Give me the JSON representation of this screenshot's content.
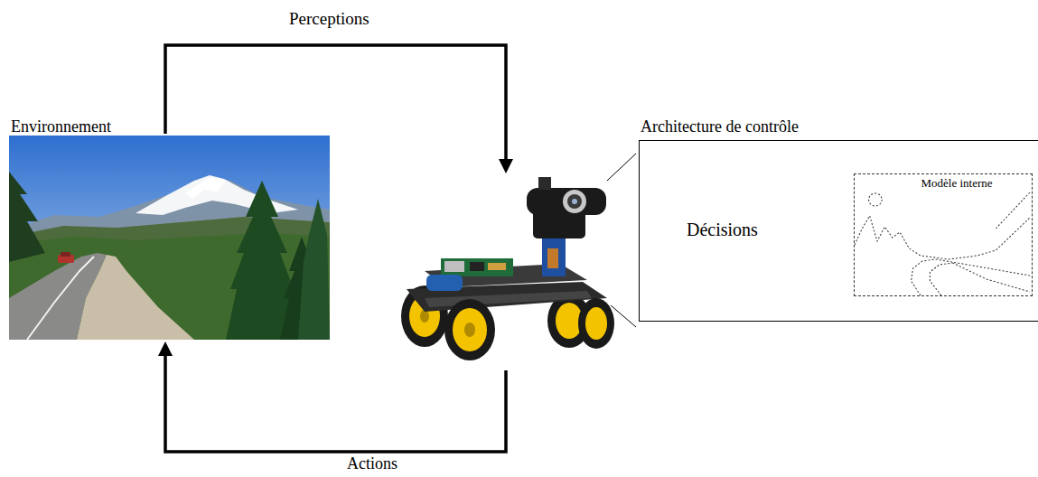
{
  "diagram": {
    "nodes": [
      {
        "text": [
          "Environnement"
        ]
      },
      {
        "text": [
          "Architecture de contrôle"
        ]
      },
      {
        "text": [
          "Modèle interne"
        ],
        "in": 1
      }
    ],
    "labels": [
      "Perceptions",
      "Décisions",
      "Actions"
    ]
  }
}
